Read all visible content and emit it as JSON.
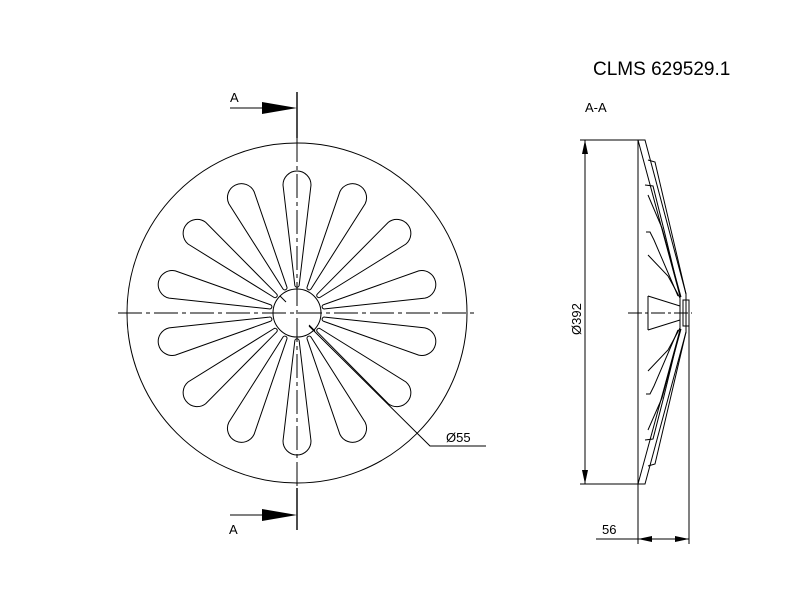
{
  "title": "CLMS 629529.1",
  "section_label": "A-A",
  "section_marker_top": "A",
  "section_marker_bottom": "A",
  "dimensions": {
    "hub_diameter": "Ø55",
    "outer_diameter": "Ø392",
    "depth": "56"
  },
  "part": {
    "slot_count": 14,
    "line_color": "#000000",
    "background": "#ffffff"
  }
}
